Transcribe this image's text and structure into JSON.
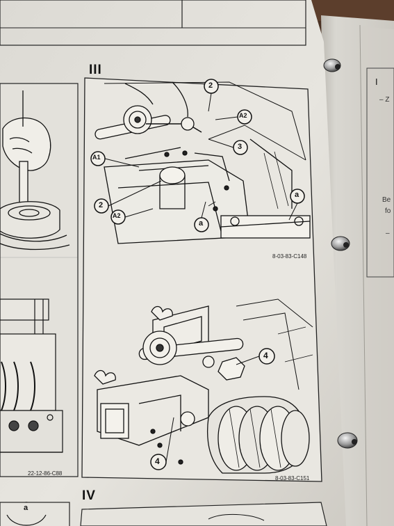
{
  "sections": {
    "iii": "III",
    "iv": "IV"
  },
  "figure_codes": {
    "left_small": "22-12-86-C88",
    "top_right": "8-03-83-C148",
    "bottom_right": "8-03-83-C151"
  },
  "callouts": {
    "a1": "A1",
    "a2_upper": "A2",
    "a2_lower": "A2",
    "c2_top": "2",
    "c2_left": "2",
    "c3": "3",
    "a_mid": "a",
    "a_inset": "a",
    "c4_upper": "4",
    "c4_lower": "4",
    "a_bottom": "a"
  },
  "right_page": {
    "roman": "I",
    "dash": "– Z",
    "be": "Be",
    "fo": "fo",
    "dash2": "–"
  }
}
